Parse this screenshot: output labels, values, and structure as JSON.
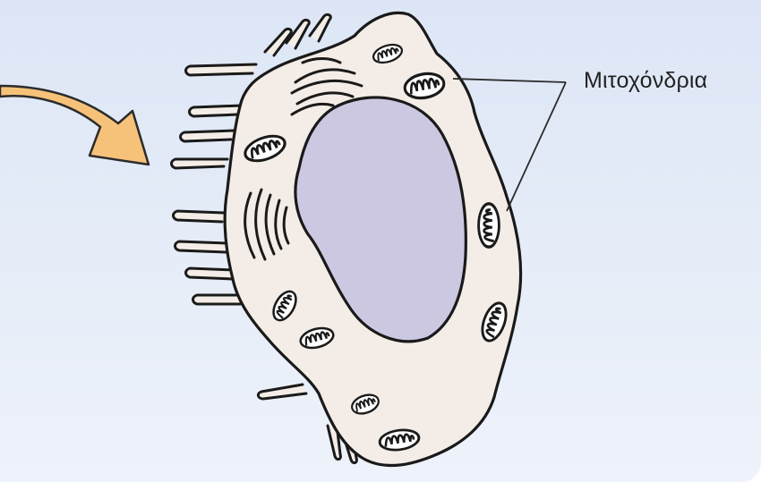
{
  "labels": {
    "mitochondria": "Μιτοχόνδρια"
  },
  "colors": {
    "background": "#dfe7f6",
    "cytoplasm": "#f4ede7",
    "nucleus": "#ccc8e2",
    "arrow": "#f6c27a",
    "outline": "#1a1a1a"
  },
  "icons": {
    "arrow": "curved-arrow",
    "organelles": [
      "mitochondrion",
      "golgi-apparatus",
      "nucleus",
      "microvillus"
    ]
  }
}
